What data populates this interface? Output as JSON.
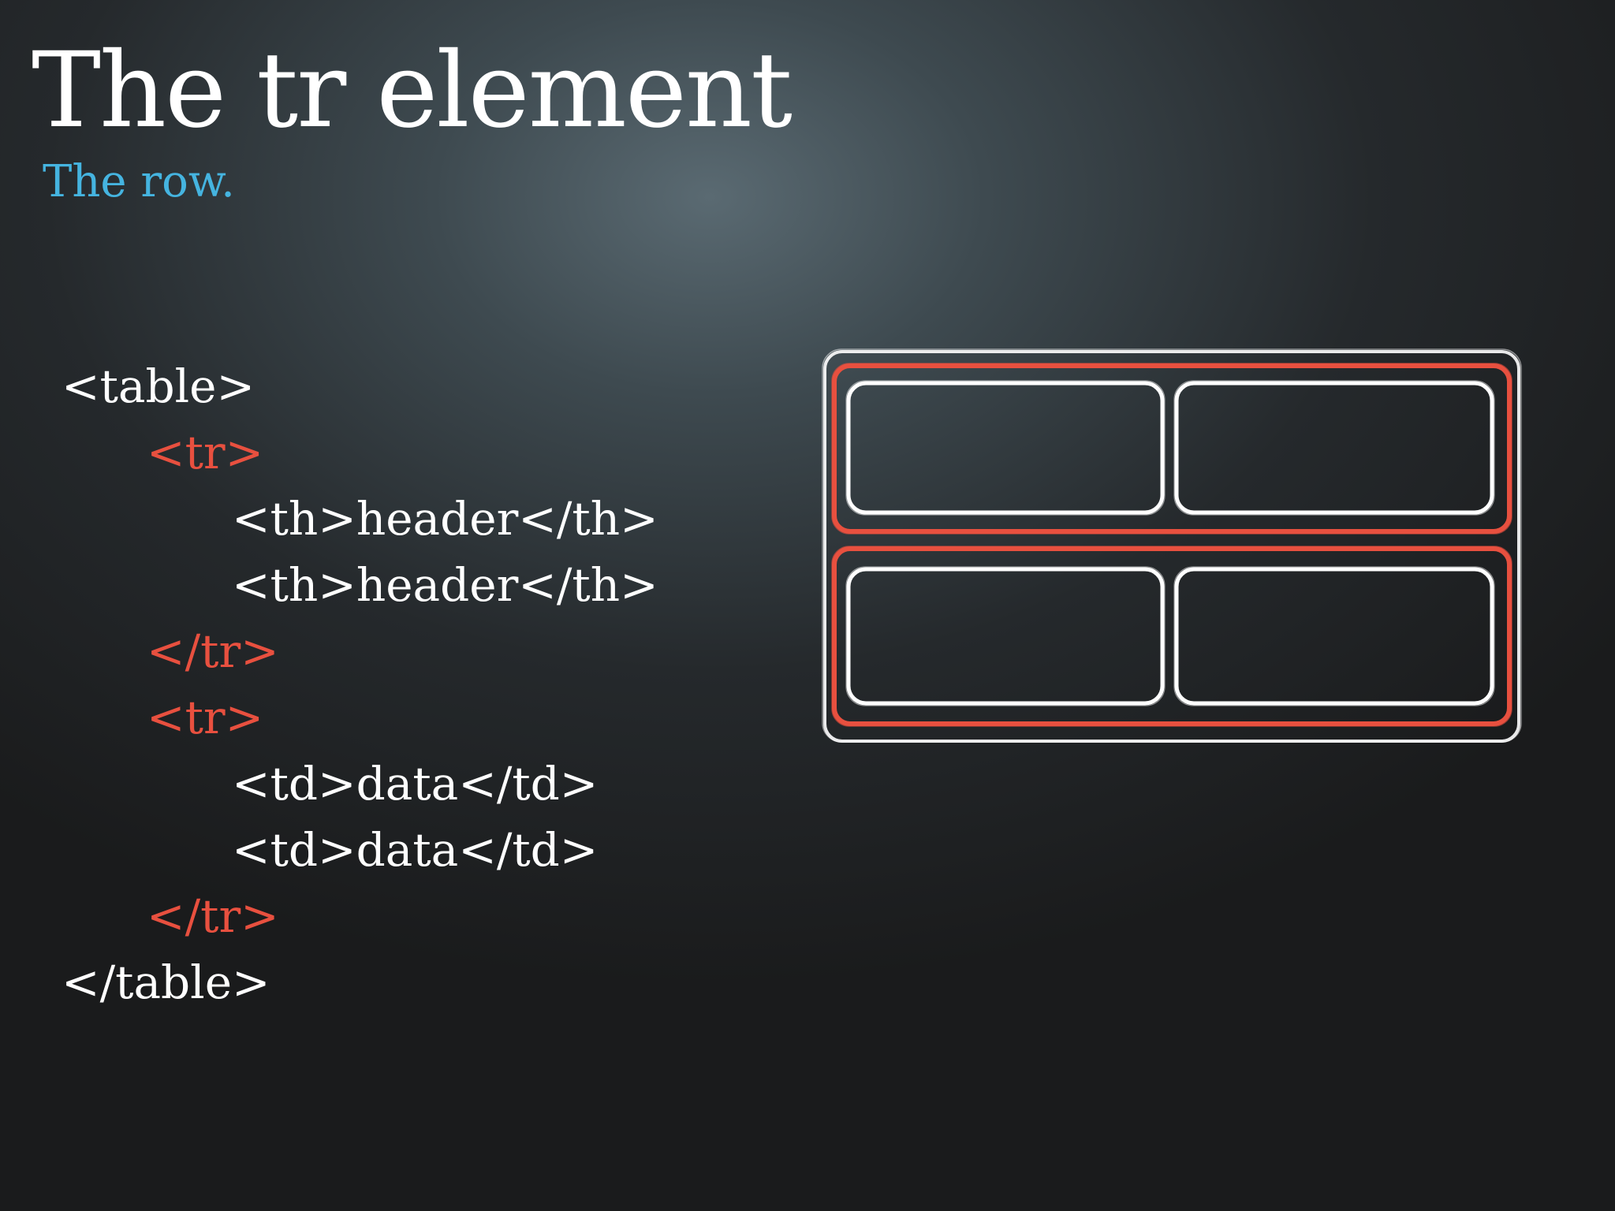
{
  "slide": {
    "title": "The tr element",
    "subtitle": "The row."
  },
  "code": {
    "lines": [
      {
        "text": "<table>",
        "accent": false
      },
      {
        "text": "<tr>",
        "accent": true
      },
      {
        "text": "<th>header</th>",
        "accent": false
      },
      {
        "text": "<th>header</th>",
        "accent": false
      },
      {
        "text": "</tr>",
        "accent": true
      },
      {
        "text": "<tr>",
        "accent": true
      },
      {
        "text": "<td>data</td>",
        "accent": false
      },
      {
        "text": "<td>data</td>",
        "accent": false
      },
      {
        "text": "</tr>",
        "accent": true
      },
      {
        "text": "</table>",
        "accent": false
      }
    ]
  },
  "diagram": {
    "table_outline_color": "#ffffff",
    "row_outline_color": "#e8503f",
    "cell_outline_color": "#ffffff",
    "highlighted_element": "row"
  },
  "colors": {
    "title": "#ffffff",
    "subtitle": "#45b4e0",
    "accent": "#e8503f"
  }
}
